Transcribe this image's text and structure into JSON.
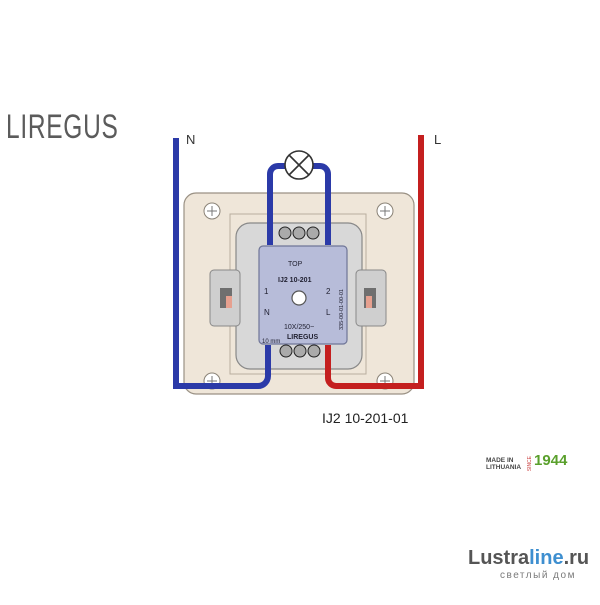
{
  "brand": {
    "logo_text": "LIREGUS"
  },
  "wires": {
    "neutral_label": "N",
    "line_label": "L",
    "neutral_color": "#2b3aa8",
    "line_color": "#c41f1f"
  },
  "device": {
    "model": "IJ2 10-201-01",
    "face_model": "IJ2 10-201",
    "face_top": "TOP",
    "face_rating": "10X/250~",
    "face_brand": "LIREGUS",
    "face_strip": "10 mm",
    "side_code": "335-00-01-00-01",
    "contact_left_top": "1",
    "contact_left_bottom": "N",
    "contact_right_top": "2",
    "contact_right_bottom": "L"
  },
  "origin": {
    "made_in_line1": "MADE IN",
    "made_in_line2": "LITHUANIA",
    "since": "SINCE",
    "year": "1944"
  },
  "watermark": {
    "name_main": "Lustra",
    "name_accent": "line",
    "name_tld": ".ru",
    "tagline": "светлый дом"
  }
}
